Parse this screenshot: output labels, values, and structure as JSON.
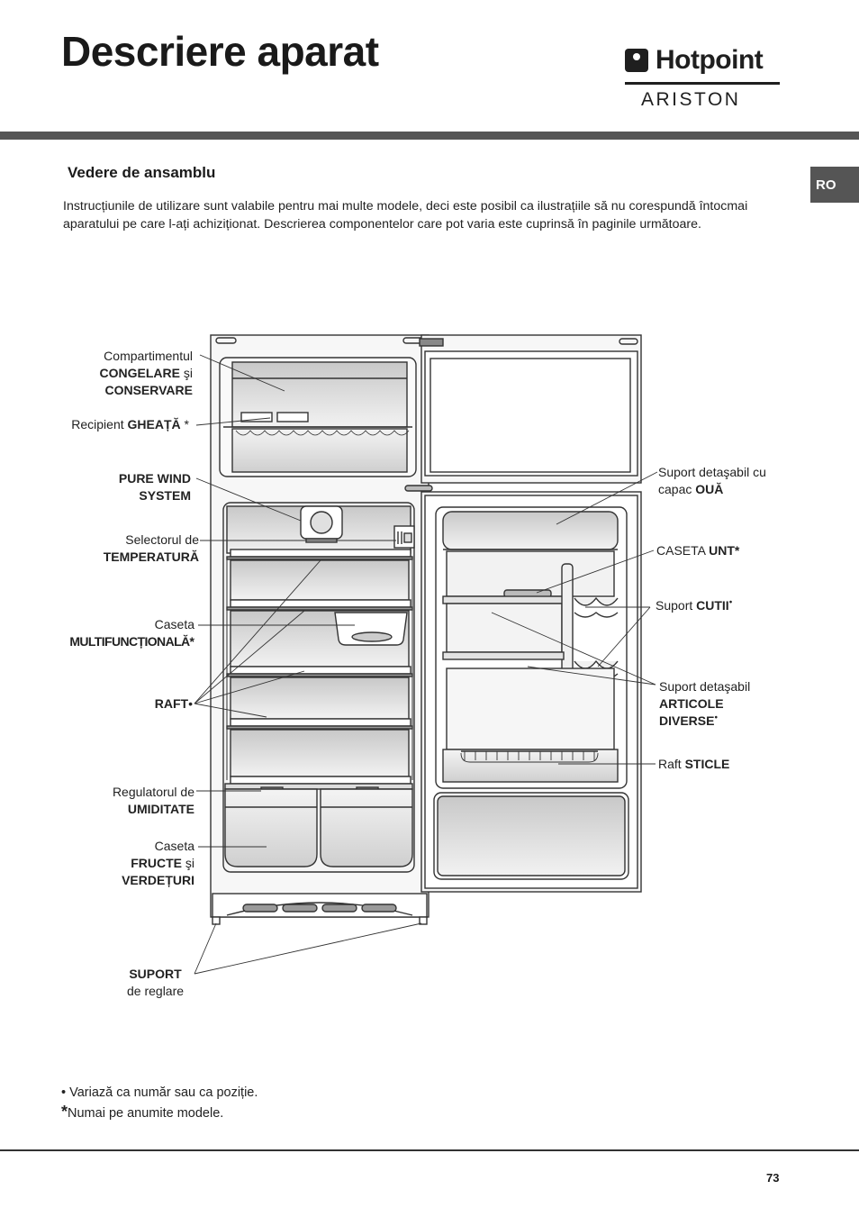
{
  "header": {
    "title": "Descriere aparat",
    "logo_brand": "Hotpoint",
    "logo_sub": "ARISTON",
    "lang_tab": "RO"
  },
  "section": {
    "heading": "Vedere de ansamblu",
    "intro": "Instrucțiunile de utilizare sunt valabile pentru mai multe modele, deci este posibil ca ilustrațiile să nu corespundă întocmai aparatului pe care l-ați achiziționat. Descrierea componentelor care pot varia este cuprinsă în paginile următoare."
  },
  "labels_left": {
    "freezer_l1": "Compartimentul",
    "freezer_l2a": "CONGELARE",
    "freezer_l2b": " şi",
    "freezer_l3": "CONSERVARE",
    "ice_a": "Recipient ",
    "ice_b": "GHEAȚĂ",
    "ice_mark": " *",
    "pws_l1": "PURE WIND",
    "pws_l2": "SYSTEM",
    "temp_l1": "Selectorul de",
    "temp_l2": "TEMPERATURĂ",
    "multi_l1": "Caseta",
    "multi_l2": "MULTIFUNCȚIONALĂ",
    "multi_mark": "*",
    "shelf": "RAFT",
    "shelf_mark": "•",
    "humid_l1": "Regulatorul de",
    "humid_l2": "UMIDITATE",
    "fruit_l1": "Caseta",
    "fruit_l2a": "FRUCTE",
    "fruit_l2b": " şi",
    "fruit_l3": "VERDEȚURI",
    "feet_l1": "SUPORT",
    "feet_l2": "de reglare"
  },
  "labels_right": {
    "egg_l1": "Suport detaşabil cu",
    "egg_l2a": "capac ",
    "egg_l2b": "OUĂ",
    "butter_a": "CASETA ",
    "butter_b": "UNT",
    "butter_mark": "*",
    "can_a": "Suport ",
    "can_b": "CUTII",
    "can_mark": "•",
    "misc_l1": "Suport detaşabil",
    "misc_l2": "ARTICOLE",
    "misc_l3": "DIVERSE",
    "misc_mark": "•",
    "bottle_a": "Raft ",
    "bottle_b": "STICLE"
  },
  "footnotes": {
    "f1": "• Variază ca număr sau ca poziție.",
    "f2_mark": "*",
    "f2": "Numai pe anumite modele."
  },
  "page_number": "73",
  "colors": {
    "band": "#555555",
    "line": "#333333",
    "fill_light": "#e6e6e6",
    "fill_mid": "#cfcfcf"
  }
}
